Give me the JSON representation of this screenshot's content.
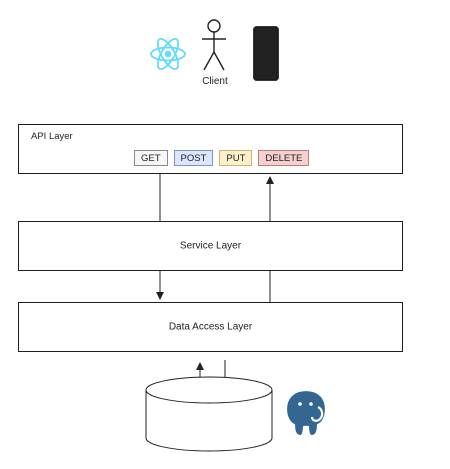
{
  "client": {
    "label": "Client",
    "icons": [
      "react-icon",
      "person-icon",
      "phone-icon"
    ]
  },
  "api_layer": {
    "title": "API Layer",
    "methods": [
      "GET",
      "POST",
      "PUT",
      "DELETE"
    ]
  },
  "service_layer": {
    "label": "Service Layer"
  },
  "data_access_layer": {
    "label": "Data Access Layer"
  },
  "database": {
    "icons": [
      "database-cylinder-icon",
      "postgresql-elephant-icon"
    ]
  },
  "colors": {
    "react": "#61dafb",
    "get": "#f7f7f7",
    "post": "#dce6fb",
    "put": "#fcefcb",
    "delete": "#f6cfcf",
    "postgres": "#336791"
  }
}
